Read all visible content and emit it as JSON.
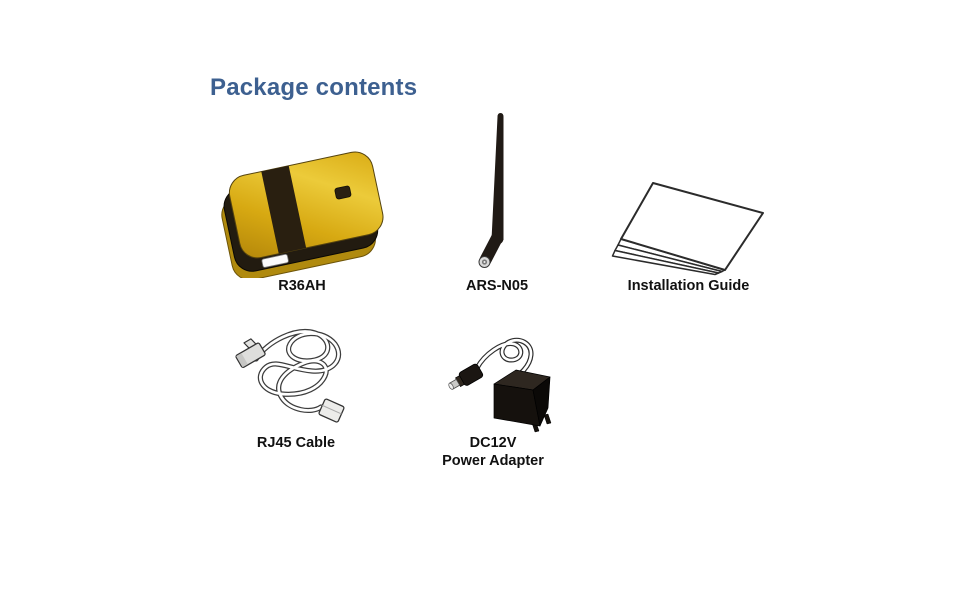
{
  "page": {
    "title": "Package contents",
    "title_color": "#3d6090",
    "background_color": "#ffffff",
    "label_color": "#111111"
  },
  "items": [
    {
      "name": "router",
      "label": "R36AH",
      "body_color": "#d9ac15",
      "accent_color": "#221b10"
    },
    {
      "name": "antenna",
      "label": "ARS-N05",
      "body_color": "#201a15"
    },
    {
      "name": "installation-guide",
      "label": "Installation Guide",
      "body_color": "#ffffff",
      "line_color": "#2b2b2b"
    },
    {
      "name": "rj45-cable",
      "label": "RJ45 Cable",
      "body_color": "#ffffff",
      "line_color": "#3d3d3d"
    },
    {
      "name": "power-adapter",
      "label": "DC12V",
      "label_line2": "Power Adapter",
      "body_color": "#15110d"
    }
  ]
}
